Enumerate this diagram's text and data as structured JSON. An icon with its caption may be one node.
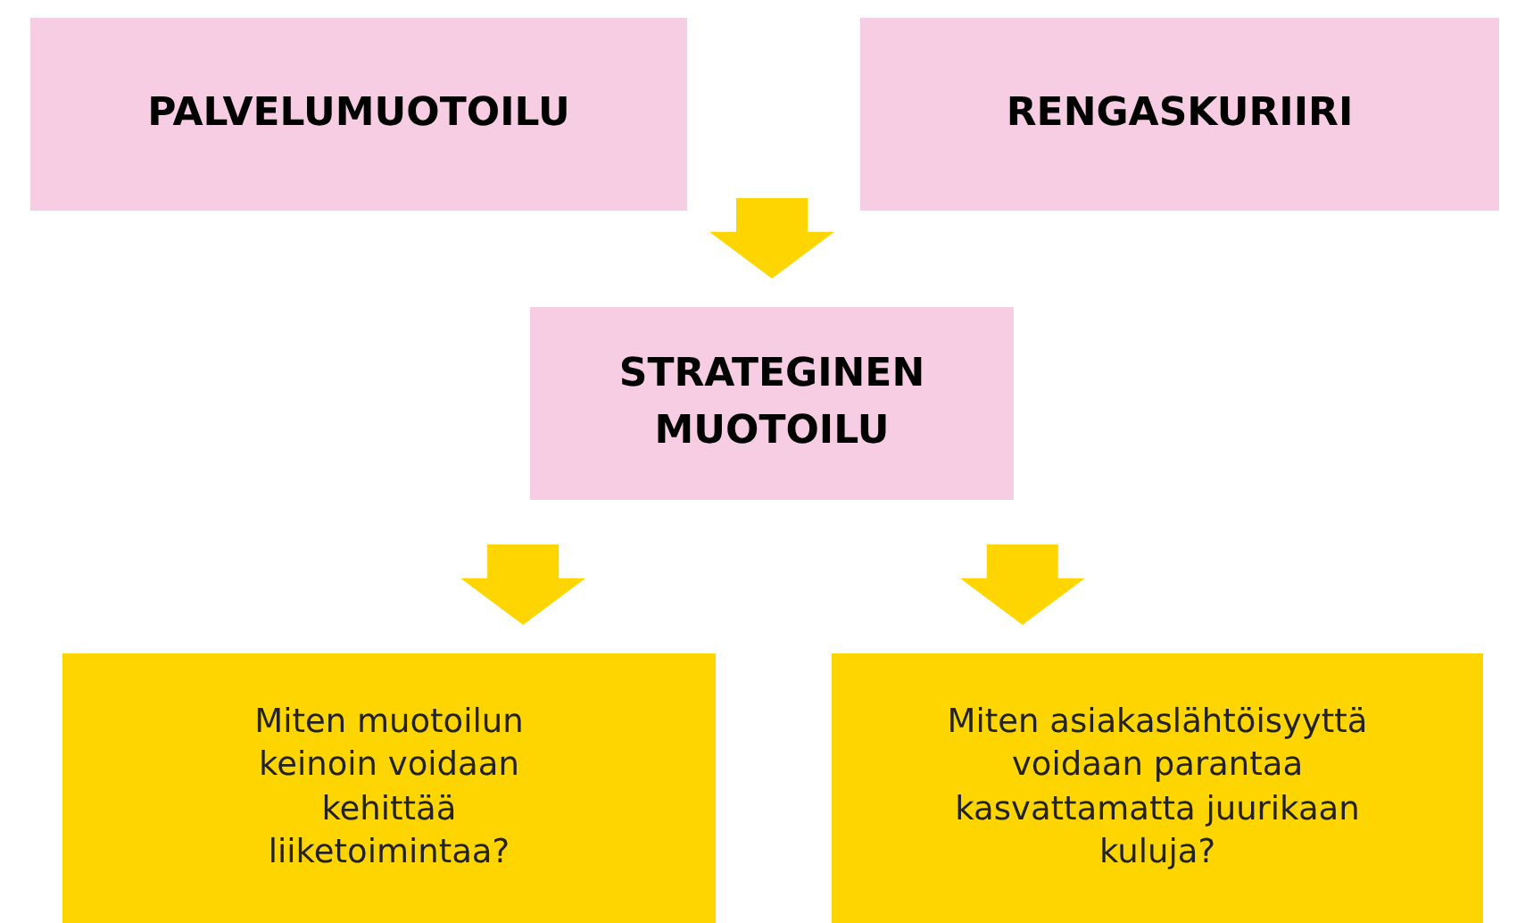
{
  "diagram": {
    "nodes": [
      {
        "text": [
          "PALVELUMUOTOILU"
        ]
      },
      {
        "text": [
          "RENGASKURIIRI"
        ]
      },
      {
        "text": [
          "STRATEGINEN MUOTOILU"
        ]
      },
      {
        "text": [
          "Miten muotoilun keinoin voidaan kehittää liiketoimintaa?"
        ]
      },
      {
        "text": [
          "Miten asiakaslähtöisyyttä voidaan parantaa kasvattamatta juurikaan kuluja?"
        ]
      }
    ],
    "edges": [
      {
        "from": 0,
        "to": 2,
        "arrow": "to"
      },
      {
        "from": 1,
        "to": 2,
        "arrow": "to"
      },
      {
        "from": 2,
        "to": 3,
        "arrow": "to"
      },
      {
        "from": 2,
        "to": 4,
        "arrow": "to"
      }
    ]
  }
}
